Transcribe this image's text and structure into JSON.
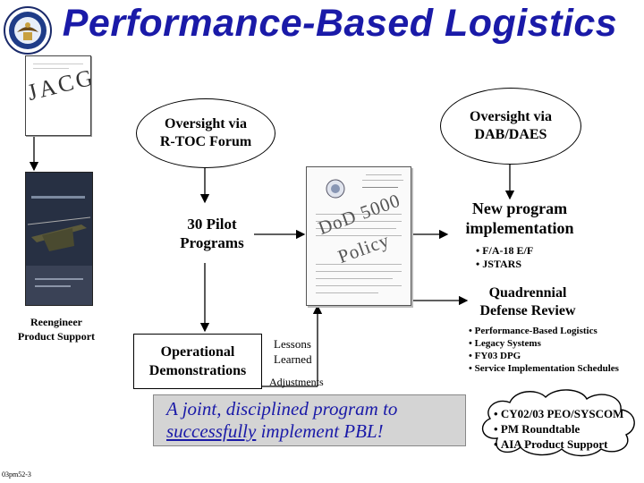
{
  "title": "Performance-Based Logistics",
  "jacg_doc": {
    "text": "JACG"
  },
  "oval_rtoc": {
    "line1": "Oversight via",
    "line2": "R-TOC Forum"
  },
  "oval_dab": {
    "line1": "Oversight via",
    "line2": "DAB/DAES"
  },
  "pilot": {
    "line1": "30 Pilot",
    "line2": "Programs"
  },
  "dod_doc": {
    "line1": "DoD 5000",
    "line2": "Policy"
  },
  "new_program": {
    "line1": "New program",
    "line2": "implementation",
    "bullets": [
      "F/A-18 E/F",
      "JSTARS"
    ]
  },
  "qdr": {
    "line1": "Quadrennial",
    "line2": "Defense Review",
    "bullets": [
      "Performance-Based Logistics",
      "Legacy Systems",
      "FY03 DPG",
      "Service Implementation Schedules"
    ]
  },
  "reengineer": {
    "line1": "Reengineer",
    "line2": "Product Support"
  },
  "operational": {
    "line1": "Operational",
    "line2": "Demonstrations"
  },
  "lessons": {
    "line1": "Lessons",
    "line2": "Learned"
  },
  "adjustments": "Adjustments",
  "pbl_statement": {
    "part1": "A joint, disciplined program to",
    "part2_underlined": "successfully",
    "part3": " implement PBL!"
  },
  "cloud": {
    "bullets": [
      "CY02/03 PEO/SYSCOM",
      "PM Roundtable",
      "AIA Product Support"
    ]
  },
  "footer_code": "03pm52-3",
  "colors": {
    "title": "#1a1aa8",
    "statement": "#1a1aa8",
    "statement_bg": "#d4d4d4"
  }
}
